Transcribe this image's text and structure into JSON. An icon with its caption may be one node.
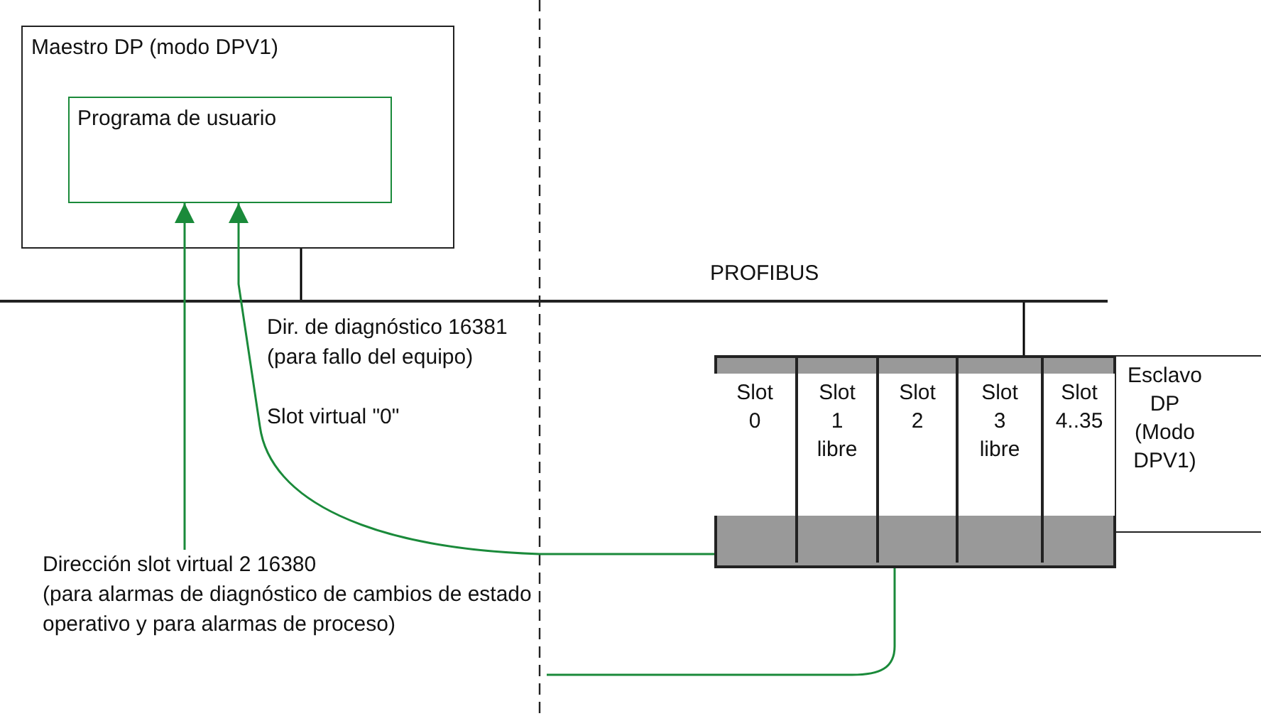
{
  "diagram": {
    "nodes": [
      {
        "text": [
          "Maestro DP (modo DPV1)"
        ]
      },
      {
        "text": [
          "Programa de usuario"
        ],
        "in": 0
      },
      {
        "text": [],
        "shape": "bar",
        "beside": [
          "PROFIBUS"
        ]
      },
      {
        "text": [],
        "shape": "box"
      },
      {
        "text": [
          "Slot 0"
        ],
        "in": 3
      },
      {
        "text": [
          "Slot 1 libre"
        ],
        "in": 3
      },
      {
        "text": [
          "Slot 2"
        ],
        "in": 3
      },
      {
        "text": [
          "Slot 3 libre"
        ],
        "in": 3
      },
      {
        "text": [
          "Slot 4..35"
        ],
        "in": 3
      },
      {
        "text": [
          "Esclavo DP (Modo DPV1)"
        ]
      },
      {
        "text": [
          "Dirección slot virtual 2 16380",
          "(para alarmas de diagnóstico de cambios de estado operativo y para alarmas de proceso)"
        ]
      }
    ],
    "edges": [
      {
        "from": 0,
        "to": 2,
        "arrow": "none",
        "color": "#000000"
      },
      {
        "from": 2,
        "to": 3,
        "arrow": "none",
        "color": "#000000"
      },
      {
        "from": 4,
        "to": 1,
        "arrow": "to"
      },
      {
        "from": 6,
        "to": 10,
        "arrow": "none"
      },
      {
        "from": 10,
        "to": 1,
        "arrow": "to"
      }
    ],
    "labels": [
      "Dir. de diagnóstico 16381 (para fallo del equipo)",
      "Slot virtual \"0\""
    ]
  }
}
